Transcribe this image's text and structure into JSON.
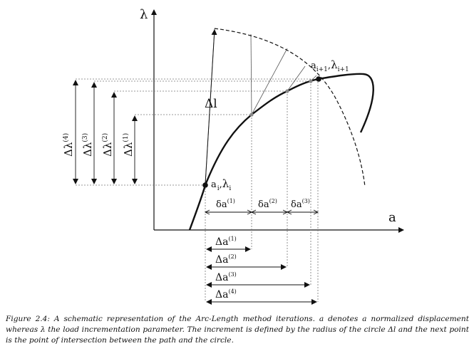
{
  "figure": {
    "axis_y": "λ",
    "axis_x": "a",
    "arc_label": "Δl",
    "start_point": {
      "base": "a",
      "sub": "i",
      "sep": ",",
      "base2": "λ",
      "sub2": "i"
    },
    "end_point": {
      "base": "a",
      "sub": "i+1",
      "sep": ",",
      "base2": "λ",
      "sub2": "i+1"
    },
    "delta_lambda": [
      {
        "base": "Δλ",
        "sup": "(4)"
      },
      {
        "base": "Δλ",
        "sup": "(3)"
      },
      {
        "base": "Δλ",
        "sup": "(2)"
      },
      {
        "base": "Δλ",
        "sup": "(1)"
      }
    ],
    "delta_a_small": [
      {
        "base": "δa",
        "sup": "(1)"
      },
      {
        "base": "δa",
        "sup": "(2)"
      },
      {
        "base": "δa",
        "sup": "(3)"
      }
    ],
    "delta_a": [
      {
        "base": "Δa",
        "sup": "(1)"
      },
      {
        "base": "Δa",
        "sup": "(2)"
      },
      {
        "base": "Δa",
        "sup": "(3)"
      },
      {
        "base": "Δa",
        "sup": "(4)"
      }
    ]
  },
  "caption": {
    "label": "Figure 2.4:",
    "text": "A schematic representation of the Arc-Length method iterations. a denotes a normalized displacement whereas λ the load incrementation parameter. The increment is defined by the radius of the circle Δl and the next point is the point of intersection between the path and the circle."
  }
}
